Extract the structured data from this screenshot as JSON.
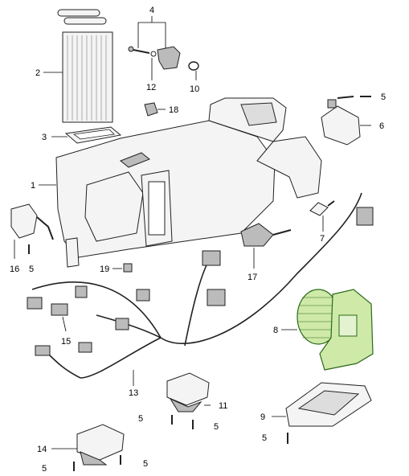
{
  "callouts": {
    "c1": "1",
    "c2": "2",
    "c3": "3",
    "c4": "4",
    "c5": "5",
    "c6": "6",
    "c7": "7",
    "c8": "8",
    "c9": "9",
    "c10": "10",
    "c11": "11",
    "c12": "12",
    "c13": "13",
    "c14": "14",
    "c15": "15",
    "c16": "16",
    "c17": "17",
    "c18": "18",
    "c19": "19"
  },
  "colors": {
    "highlight_fill": "#cfe9a8",
    "highlight_stroke": "#2a6a1a"
  }
}
